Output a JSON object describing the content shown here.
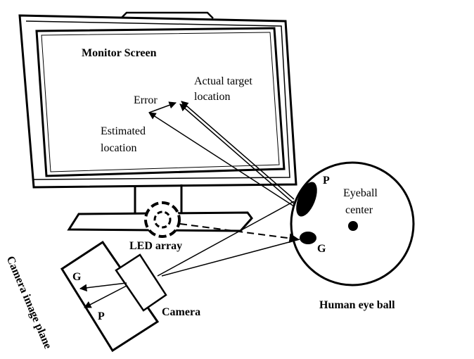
{
  "labels": {
    "monitor_screen": "Monitor Screen",
    "actual_target_line1": "Actual target",
    "actual_target_line2": "location",
    "error": "Error",
    "estimated_line1": "Estimated",
    "estimated_line2": "location",
    "led_array": "LED array",
    "camera": "Camera",
    "camera_image_plane": "Camera image plane",
    "glint_on_plane": "G",
    "pupil_on_plane": "P",
    "pupil_on_eye": "P",
    "glint_on_eye": "G",
    "eyeball_center_line1": "Eyeball",
    "eyeball_center_line2": "center",
    "human_eye_ball": "Human eye ball"
  },
  "colors": {
    "line": "#000000",
    "background": "#ffffff"
  }
}
